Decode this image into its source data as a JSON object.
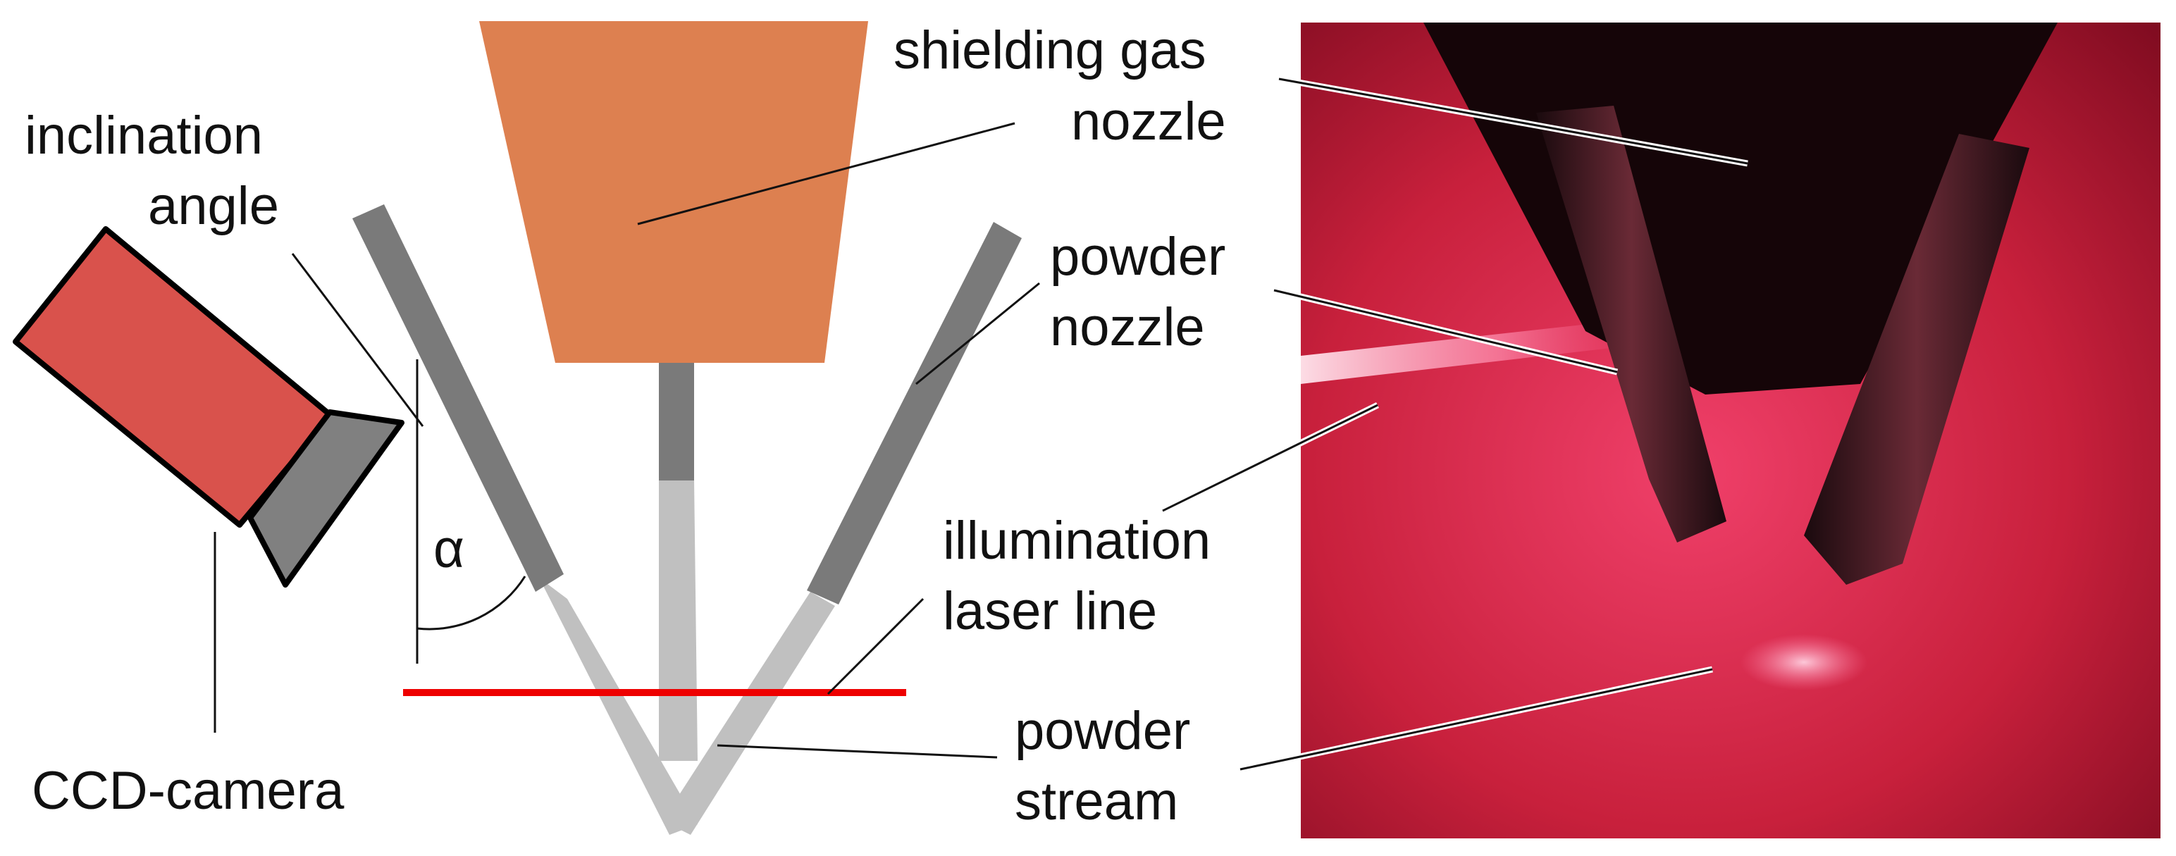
{
  "labels": {
    "inclination_1": "inclination",
    "inclination_2": "angle",
    "alpha": "α",
    "camera": "CCD-camera",
    "gas_1": "shielding gas",
    "gas_2": "nozzle",
    "powder_nozzle_1": "powder",
    "powder_nozzle_2": "nozzle",
    "laser_1": "illumination",
    "laser_2": "laser line",
    "stream_1": "powder",
    "stream_2": "stream"
  },
  "colors": {
    "camera_body": "#d9524c",
    "camera_lens": "#808080",
    "gas_nozzle": "#dd8050",
    "powder_nozzle": "#7a7a7a",
    "powder_stream": "#c0c0c0",
    "laser_line": "#ee0000",
    "photo_bg": "#c8203c"
  }
}
